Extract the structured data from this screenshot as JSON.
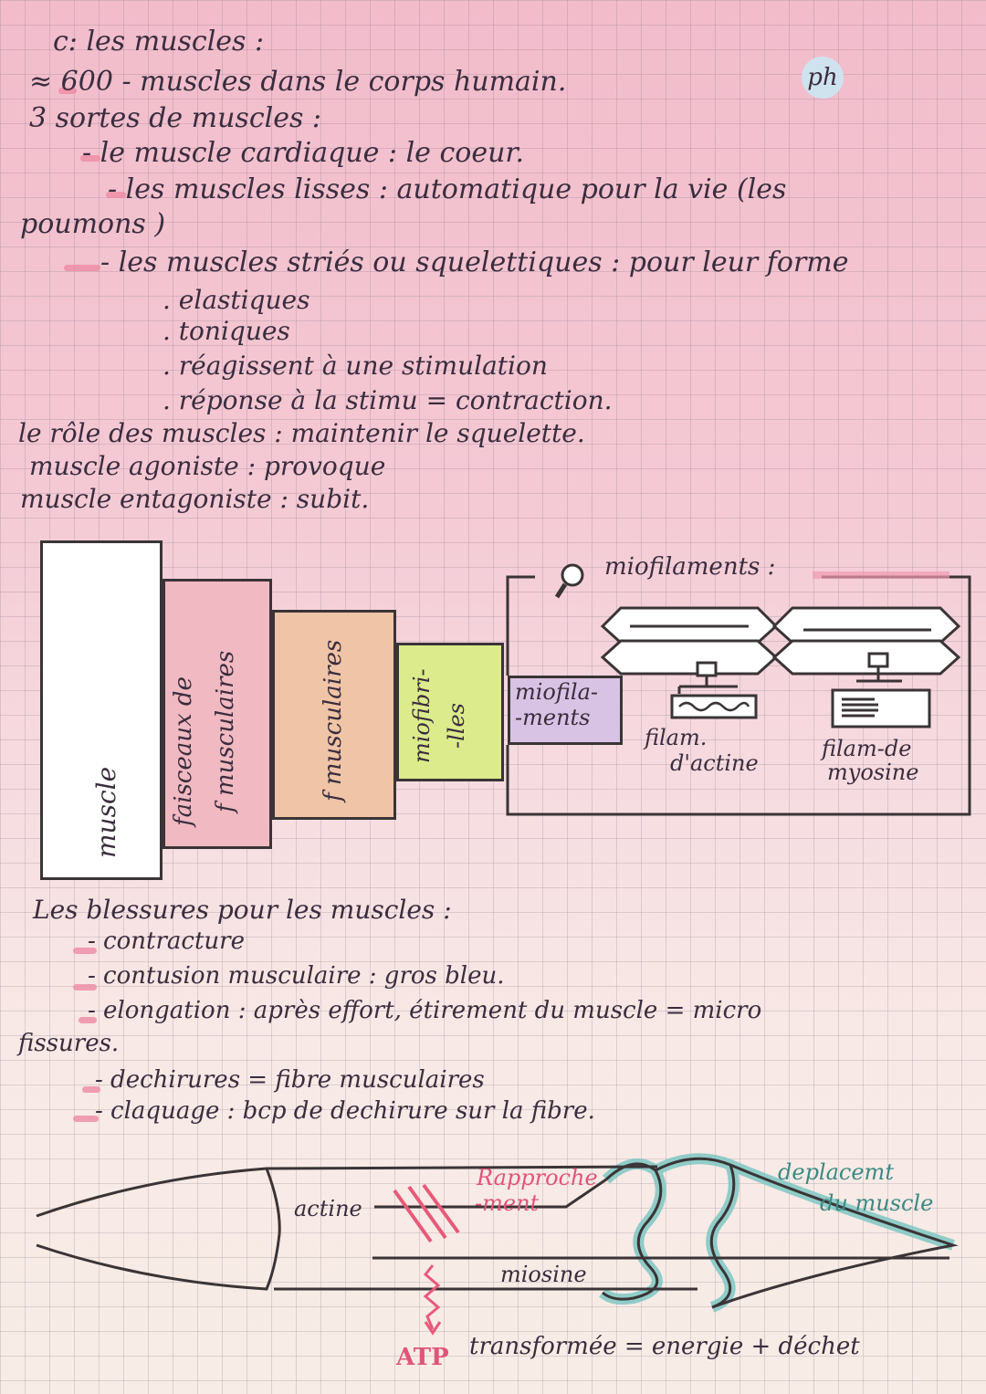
{
  "notes": {
    "title": "c: les muscles :",
    "line_600": "≈ 600 - muscles dans le corps humain.",
    "stamp": "ph",
    "types_intro": "3 sortes de muscles :",
    "type_cardiac": "- le muscle cardiaque : le coeur.",
    "type_smooth_a": "- les muscles lisses : automatique pour la vie (les",
    "type_smooth_b": "poumons )",
    "type_striated": "- les muscles striés ou squelettiques : pour leur forme",
    "prop_1": ". elastiques",
    "prop_2": ". toniques",
    "prop_3": ". réagissent à une stimulation",
    "prop_4": ". réponse à la stimu = contraction.",
    "role": "le rôle des muscles : maintenir le squelette.",
    "agonist": "muscle agoniste : provoque",
    "antagonist": "muscle entagoniste : subit."
  },
  "structure_diagram": {
    "label_muscle": "muscle",
    "label_bundles_a": "faisceaux de",
    "label_bundles_b": "f musculaires",
    "label_fibers": "f musculaires",
    "label_myofibrils_a": "miofibri-",
    "label_myofibrils_b": "-lles",
    "label_myofilaments_box_a": "miofila-",
    "label_myofilaments_box_b": "-ments",
    "zoom_title": "miofilaments :",
    "actin_a": "filam.",
    "actin_b": "d'actine",
    "myosin_a": "filam-de",
    "myosin_b": "myosine",
    "colors": {
      "bundles": "#f1b9c2",
      "fibers": "#f0c4a6",
      "myofibrils": "#dceb8c",
      "myofilaments": "#d9c3e4"
    }
  },
  "injuries": {
    "title": "Les blessures pour les muscles :",
    "item_1": "- contracture",
    "item_2": "- contusion musculaire : gros bleu.",
    "item_3_a": "- elongation : après effort, étirement du muscle = micro",
    "item_3_b": "fissures.",
    "item_4": "- dechirures = fibre musculaires",
    "item_5": "- claquage : bcp de dechirure sur la fibre."
  },
  "contraction_diagram": {
    "actine": "actine",
    "rapprochement_a": "Rapproche",
    "rapprochement_b": "-ment",
    "deplacement_a": "deplacemt",
    "deplacement_b": "du muscle",
    "miosine": "miosine",
    "atp": "ATP",
    "atp_note": "transformée = energie + déchet"
  }
}
